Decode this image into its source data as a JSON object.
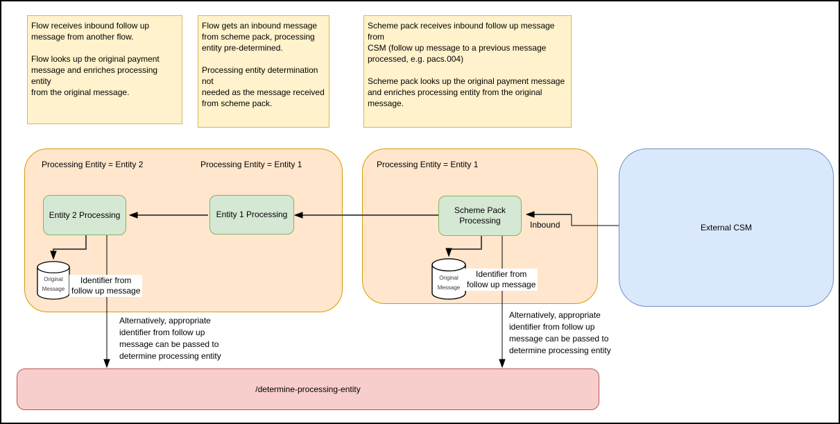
{
  "diagram": {
    "notes": [
      {
        "text": "Flow receives inbound follow up\nmessage from another flow.\n\nFlow looks up the original payment\nmessage and enriches processing entity\nfrom the original message."
      },
      {
        "text": "Flow gets an inbound message\nfrom scheme pack, processing\nentity pre-determined.\n\nProcessing entity determination not\nneeded as the message received\nfrom scheme pack."
      },
      {
        "text": "Scheme pack receives inbound follow up message from\nCSM (follow up message to a previous message\nprocessed, e.g. pacs.004)\n\nScheme pack looks up the original payment message\nand enriches processing entity from the original\nmessage."
      }
    ],
    "left_container": {
      "label_entity2": "Processing Entity = Entity 2",
      "label_entity1": "Processing Entity = Entity 1"
    },
    "right_container": {
      "label": "Processing Entity = Entity 1"
    },
    "nodes": {
      "entity2_processing": "Entity 2 Processing",
      "entity1_processing": "Entity 1 Processing",
      "scheme_pack_processing": "Scheme Pack\nProcessing",
      "external_csm": "External CSM",
      "determine_endpoint": "/determine-processing-entity"
    },
    "databases": {
      "left": {
        "line1": "Original",
        "line2": "Message"
      },
      "right": {
        "line1": "Original",
        "line2": "Message"
      }
    },
    "edge_labels": {
      "inbound": "Inbound",
      "identifier_left": "Identifier from\nfollow up message",
      "identifier_right": "Identifier from\nfollow up message"
    },
    "annotations": {
      "left": "Alternatively, appropriate\nidentifier from follow up\nmessage can be passed to\ndetermine processing entity",
      "right": "Alternatively, appropriate\nidentifier from follow up\nmessage can be passed to\ndetermine processing entity"
    },
    "colors": {
      "note_fill": "#FFF2CC",
      "note_border": "#D6B656",
      "container_fill": "#FFE6CC",
      "container_border": "#D79B00",
      "process_fill": "#D5E8D4",
      "process_border": "#82B366",
      "external_fill": "#DAE8FC",
      "external_border": "#6C8EBF",
      "endpoint_fill": "#F8CECC",
      "endpoint_border": "#B85450",
      "edge_thick": "#4d4d4d",
      "edge_thin": "#000000"
    }
  }
}
